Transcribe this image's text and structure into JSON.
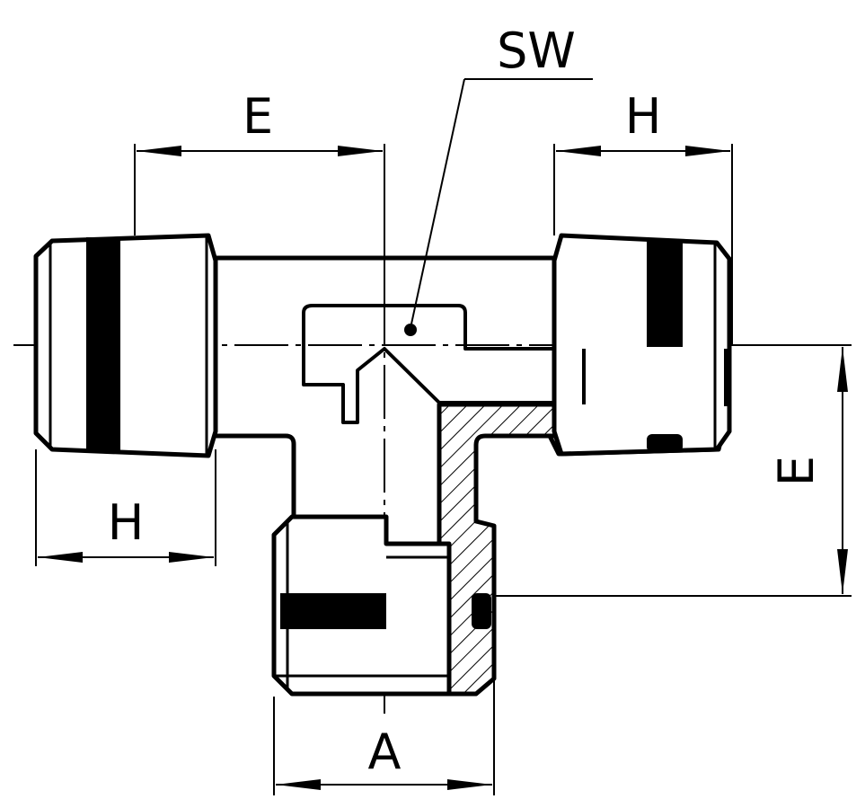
{
  "labels": {
    "sw": "SW",
    "e_top": "E",
    "h_top_right": "H",
    "h_left": "H",
    "e_right": "E",
    "a_bottom": "A"
  },
  "colors": {
    "line": "#000000",
    "background": "#ffffff"
  }
}
